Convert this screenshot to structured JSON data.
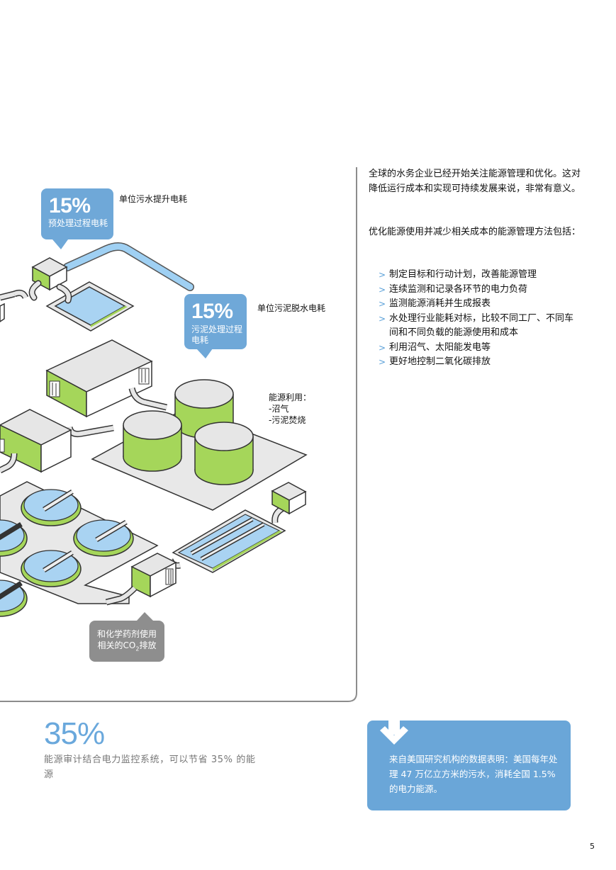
{
  "callouts": {
    "pretreatment": {
      "percent": "15%",
      "label": "预处理过程电耗"
    },
    "sludge": {
      "percent": "15%",
      "label_line1": "污泥处理过程",
      "label_line2": "电耗"
    },
    "chem_line1": "和化学药剂使用",
    "chem_line2_pre": "相关的CO",
    "chem_line2_sub": "2",
    "chem_line2_post": "排放"
  },
  "labels": {
    "lift": "单位污水提升电耗",
    "dewater": "单位污泥脱水电耗",
    "energy_title": "能源利用：",
    "energy_item1": "-沼气",
    "energy_item2": "-污泥焚烧"
  },
  "intro": {
    "paragraph1": "全球的水务企业已经开始关注能源管理和优化。这对降低运行成本和实现可持续发展来说，非常有意义。",
    "paragraph2": "优化能源使用并减少相关成本的能源管理方法包括："
  },
  "bullet_marker": ">",
  "bullets": [
    "制定目标和行动计划，改善能源管理",
    "连续监测和记录各环节的电力负荷",
    "监测能源消耗并生成报表",
    "水处理行业能耗对标，比较不同工厂、不同车间和不同负载的能源使用和成本",
    "利用沼气、太阳能发电等",
    "更好地控制二氧化碳排放"
  ],
  "stat": {
    "value": "35%",
    "caption": "能源审计结合电力监控系统，可以节省 35% 的能源"
  },
  "fact": {
    "text": "来自美国研究机构的数据表明：美国每年处理 47 万亿立方米的污水，消耗全国 1.5% 的电力能源。"
  },
  "page_number": "5",
  "colors": {
    "accent_blue": "#6fa8d8",
    "green": "#a5d65a",
    "gray_pad": "#e8e8e8",
    "water": "#a9d3f2"
  }
}
